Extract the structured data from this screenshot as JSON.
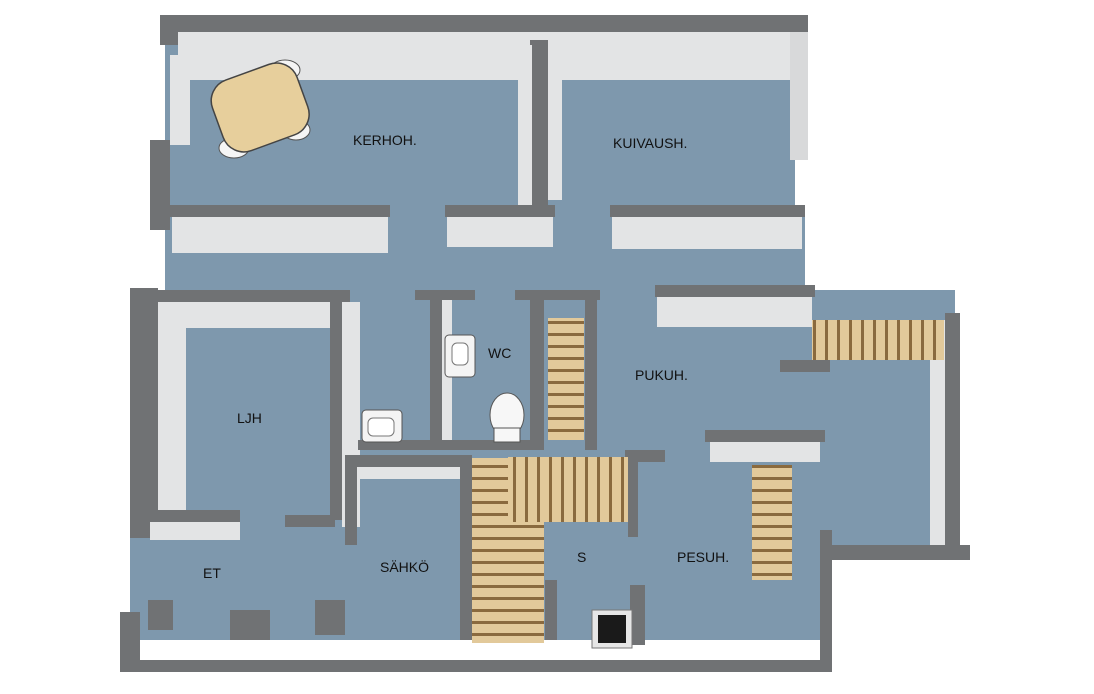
{
  "rooms": {
    "kerhoh": "KERHOH.",
    "kuivaush": "KUIVAUSH.",
    "wc": "WC",
    "pukuh": "PUKUH.",
    "ljh": "LJH",
    "et": "ET",
    "sahko": "SÄHKÖ",
    "s": "S",
    "pesuh": "PESUH."
  },
  "colors": {
    "floor": "#7e98ad",
    "wall_top": "#707274",
    "wall_side": "#e3e4e5",
    "bench_wood": "#e2c99a",
    "table_wood": "#e7cf9c"
  }
}
